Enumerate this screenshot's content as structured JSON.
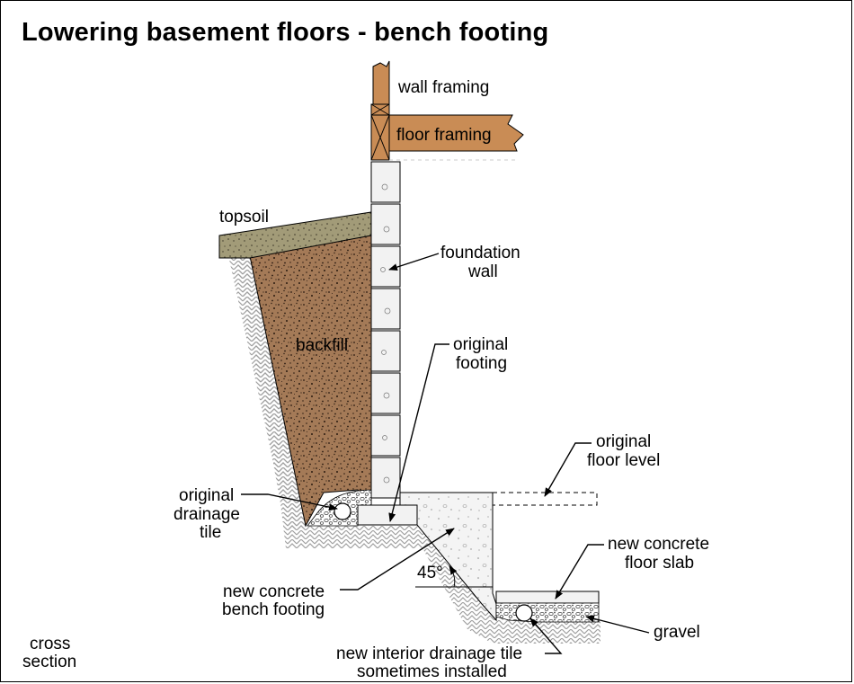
{
  "title": "Lowering basement floors - bench footing",
  "labels": {
    "wall_framing": "wall framing",
    "floor_framing": "floor framing",
    "topsoil": "topsoil",
    "foundation_wall_1": "foundation",
    "foundation_wall_2": "wall",
    "backfill": "backfill",
    "original_footing_1": "original",
    "original_footing_2": "footing",
    "original_floor_level_1": "original",
    "original_floor_level_2": "floor level",
    "original_drainage_tile_1": "original",
    "original_drainage_tile_2": "drainage",
    "original_drainage_tile_3": "tile",
    "new_concrete_floor_slab_1": "new concrete",
    "new_concrete_floor_slab_2": "floor slab",
    "angle": "45°",
    "new_bench_footing_1": "new concrete",
    "new_bench_footing_2": "bench footing",
    "gravel": "gravel",
    "new_drainage_tile_1": "new interior drainage tile",
    "new_drainage_tile_2": "sometimes installed",
    "cross_section_1": "cross",
    "cross_section_2": "section"
  },
  "colors": {
    "wood": "#c98c55",
    "topsoil": "#a29b78",
    "backfill": "#a47a57",
    "concrete": "#f2f2f2",
    "earth_hatch": "#9a9a9a"
  }
}
